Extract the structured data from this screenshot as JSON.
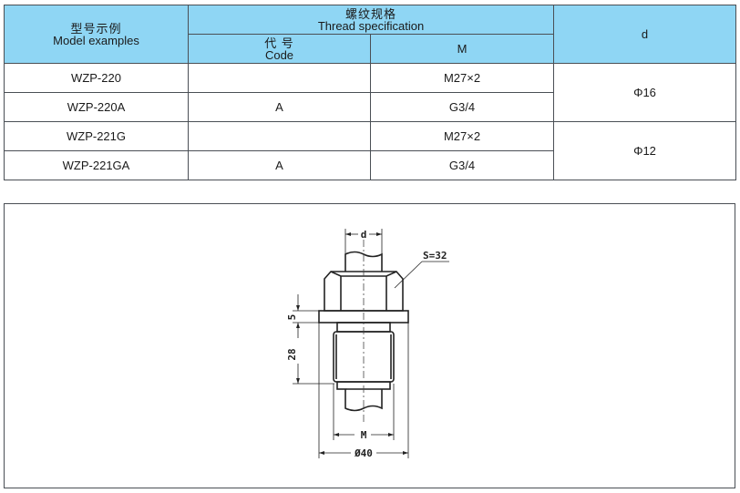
{
  "table": {
    "header": {
      "model": {
        "zh": "型号示例",
        "en": "Model examples"
      },
      "thread": {
        "zh": "螺纹规格",
        "en": "Thread specification"
      },
      "code": {
        "zh": "代 号",
        "en": "Code"
      },
      "m": "M",
      "d": "d"
    },
    "rows": [
      {
        "model": "WZP-220",
        "code": "",
        "m": "M27×2"
      },
      {
        "model": "WZP-220A",
        "code": "A",
        "m": "G3/4"
      },
      {
        "model": "WZP-221G",
        "code": "",
        "m": "M27×2"
      },
      {
        "model": "WZP-221GA",
        "code": "A",
        "m": "G3/4"
      }
    ],
    "d_groups": [
      "Φ16",
      "Φ12"
    ],
    "header_color": "#8fd6f4",
    "border_color": "#4a4f55"
  },
  "drawing": {
    "labels": {
      "d": "d",
      "s": "S=32",
      "h5": "5",
      "h28": "28",
      "m": "M",
      "dia": "Ø40"
    }
  }
}
